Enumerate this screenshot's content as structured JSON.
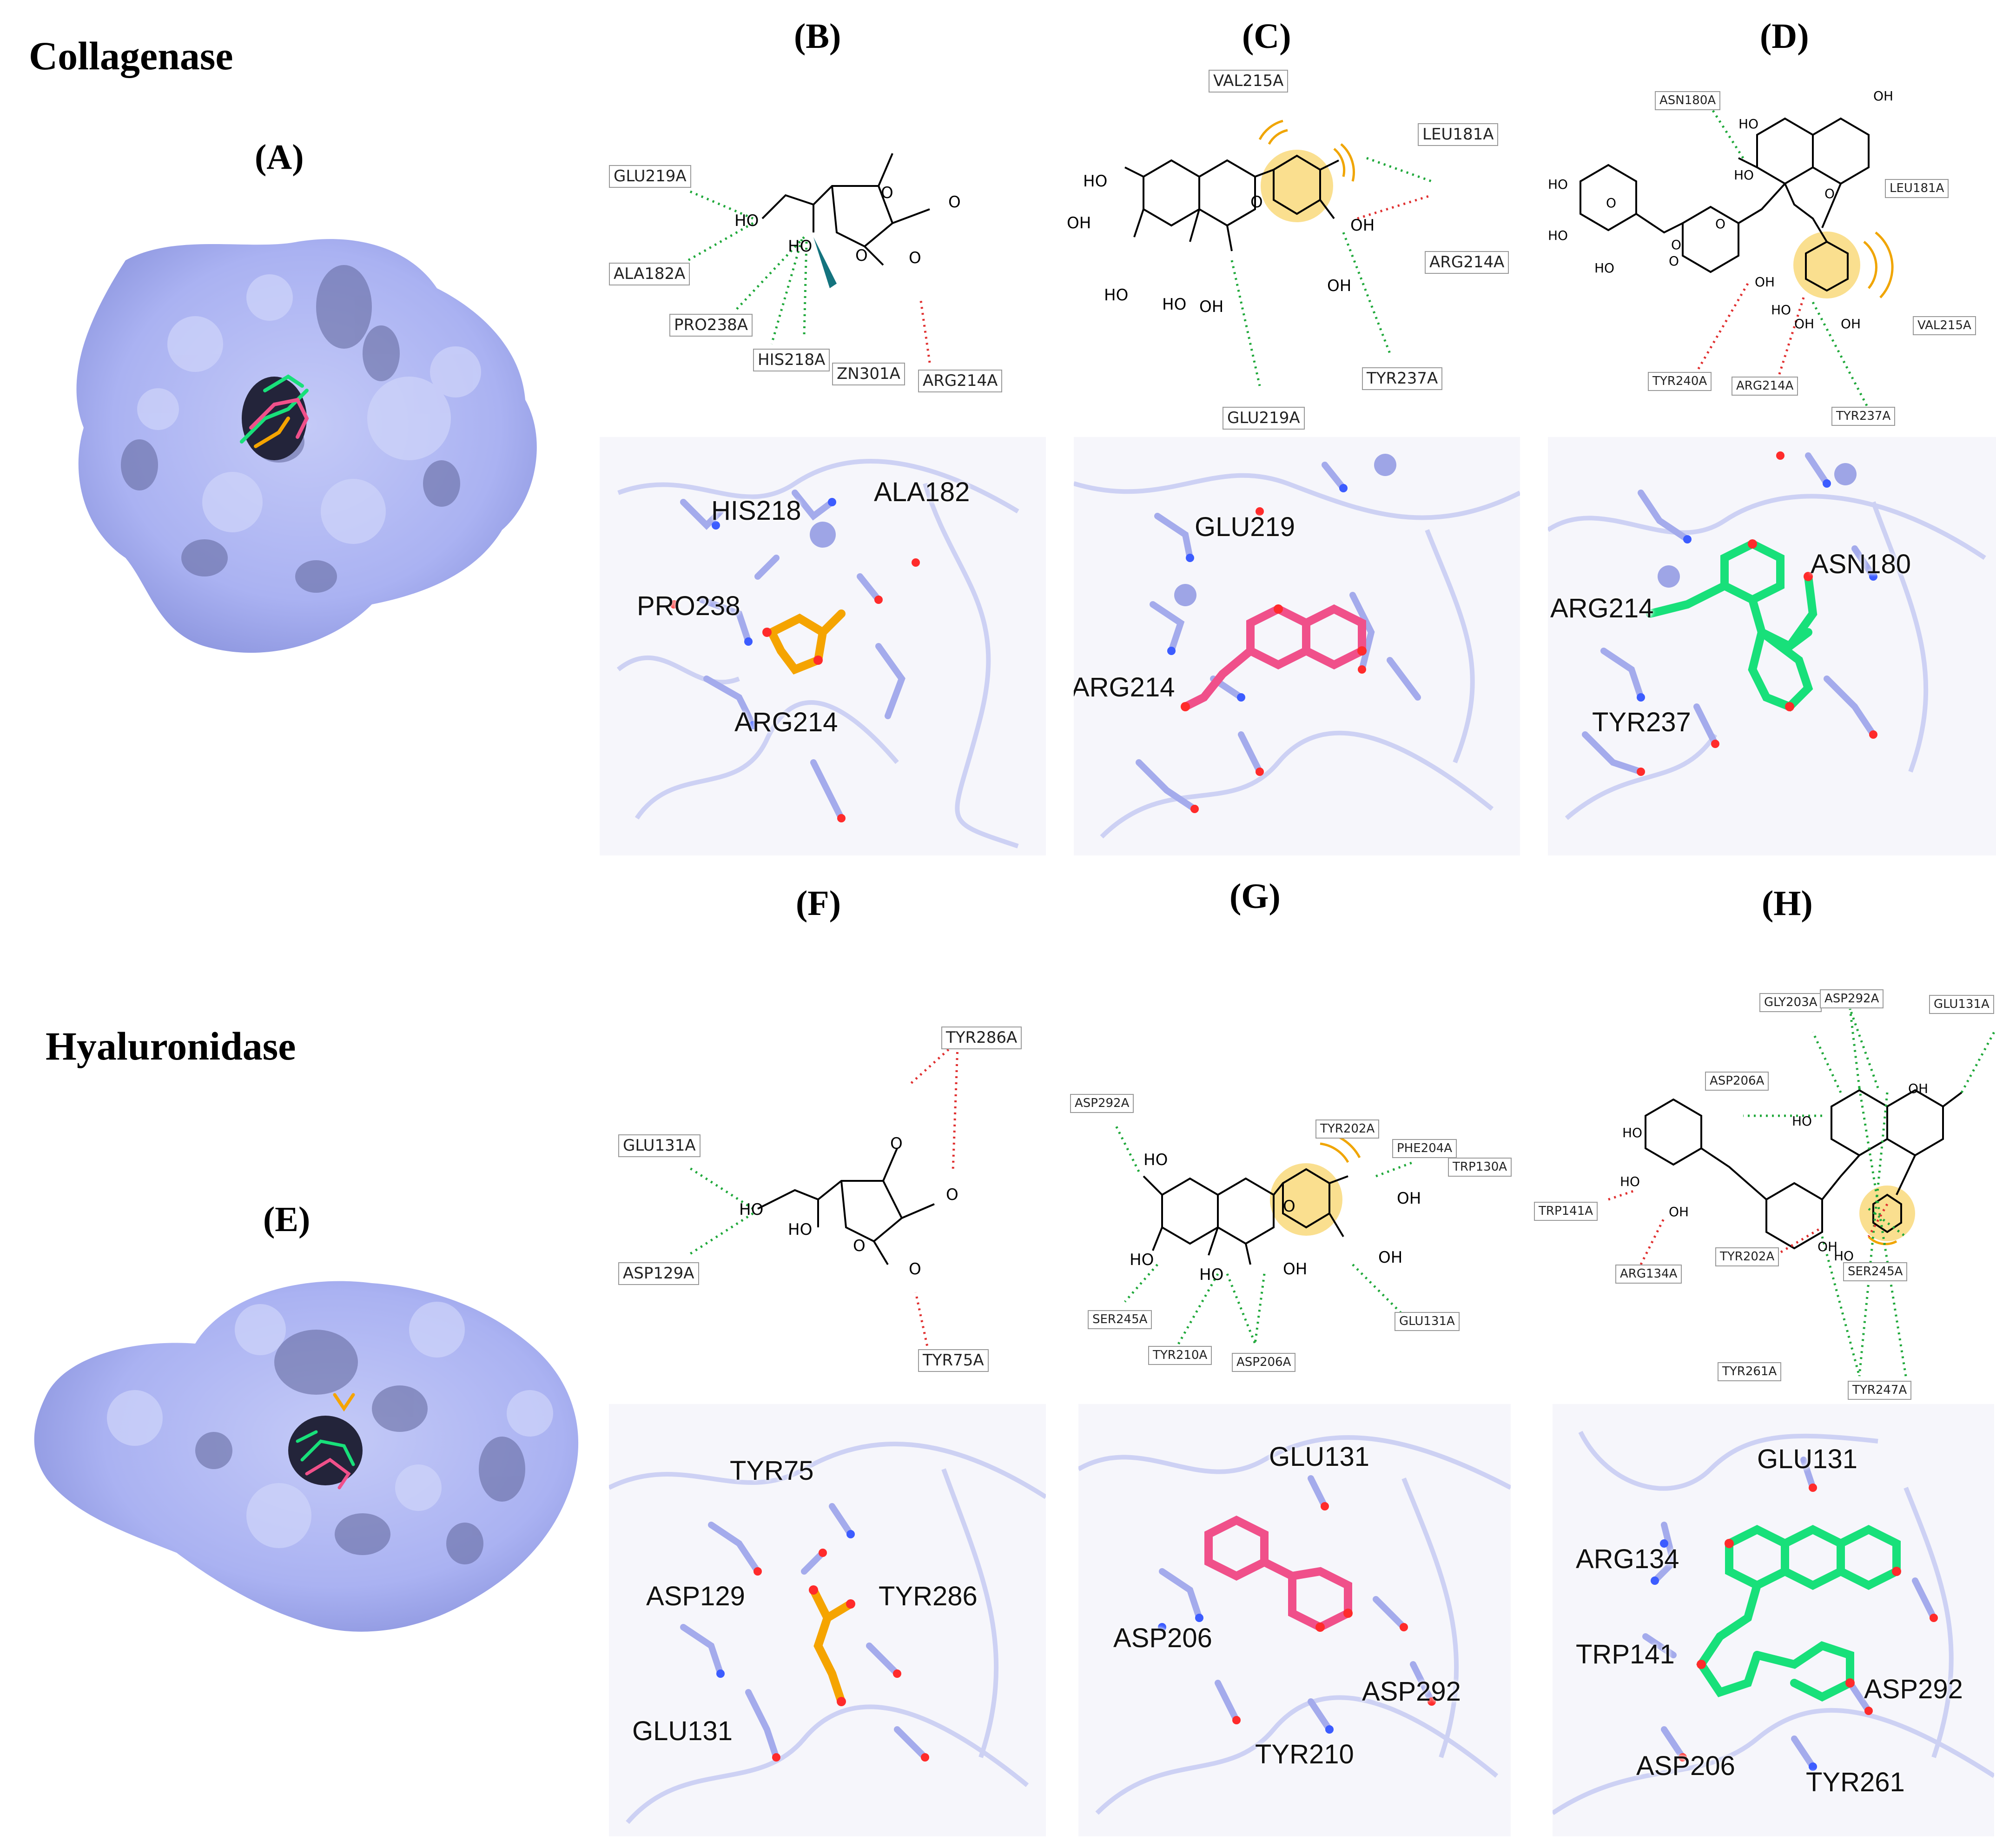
{
  "sections": {
    "collagenase": "Collagenase",
    "hyaluronidase": "Hyaluronidase"
  },
  "panel_labels": {
    "A": "(A)",
    "B": "(B)",
    "C": "(C)",
    "D": "(D)",
    "E": "(E)",
    "F": "(F)",
    "G": "(G)",
    "H": "(H)"
  },
  "colors": {
    "protein_surface": "#aab2f2",
    "hbond": "#1fa83a",
    "unfavorable": "#e03030",
    "hydrophobic": "#f0a500",
    "ligand_B": "#f5a400",
    "ligand_C": "#f0508a",
    "ligand_D": "#18e07a"
  },
  "panel_B": {
    "residues": [
      "GLU219A",
      "ALA182A",
      "PRO238A",
      "HIS218A",
      "ZN301A",
      "ARG214A"
    ],
    "atoms": [
      "HO",
      "HO",
      "O",
      "O",
      "O",
      "O"
    ]
  },
  "panel_C": {
    "residues": [
      "VAL215A",
      "LEU181A",
      "ARG214A",
      "TYR237A",
      "GLU219A"
    ],
    "atoms": [
      "HO",
      "HO",
      "HO",
      "OH",
      "OH",
      "OH",
      "O",
      "OH"
    ]
  },
  "panel_D": {
    "residues": [
      "ASN180A",
      "LEU181A",
      "VAL215A",
      "TYR240A",
      "ARG214A",
      "TYR237A"
    ],
    "atoms": [
      "HO",
      "OH",
      "HO",
      "HO",
      "HO",
      "HO",
      "OH",
      "OH",
      "HO",
      "OH",
      "O",
      "O",
      "O",
      "O",
      "O"
    ]
  },
  "panel_F": {
    "residues": [
      "TYR286A",
      "GLU131A",
      "ASP129A",
      "TYR75A"
    ],
    "atoms": [
      "HO",
      "HO",
      "O",
      "O",
      "O",
      "O"
    ]
  },
  "panel_G": {
    "residues": [
      "ASP292A",
      "TYR202A",
      "PHE204A",
      "TRP130A",
      "SER245A",
      "TYR210A",
      "ASP206A",
      "GLU131A"
    ],
    "atoms": [
      "HO",
      "OH",
      "HO",
      "HO",
      "OH",
      "OH",
      "O"
    ]
  },
  "panel_H": {
    "residues": [
      "GLY203A",
      "ASP292A",
      "GLU131A",
      "ASP206A",
      "TRP141A",
      "ARG134A",
      "TYR202A",
      "SER245A",
      "TYR261A",
      "TYR247A"
    ],
    "atoms": [
      "OH",
      "HO",
      "HO",
      "HO",
      "OH",
      "OH",
      "HO"
    ]
  },
  "view_B": [
    "HIS218",
    "ALA182",
    "PRO238",
    "ARG214"
  ],
  "view_C": [
    "GLU219",
    "ARG214"
  ],
  "view_D": [
    "ARG214",
    "ASN180",
    "TYR237"
  ],
  "view_F": [
    "TYR75",
    "ASP129",
    "TYR286",
    "GLU131"
  ],
  "view_G": [
    "GLU131",
    "ASP206",
    "ASP292",
    "TYR210"
  ],
  "view_H": [
    "GLU131",
    "ARG134",
    "TRP141",
    "ASP292",
    "ASP206",
    "TYR261"
  ]
}
